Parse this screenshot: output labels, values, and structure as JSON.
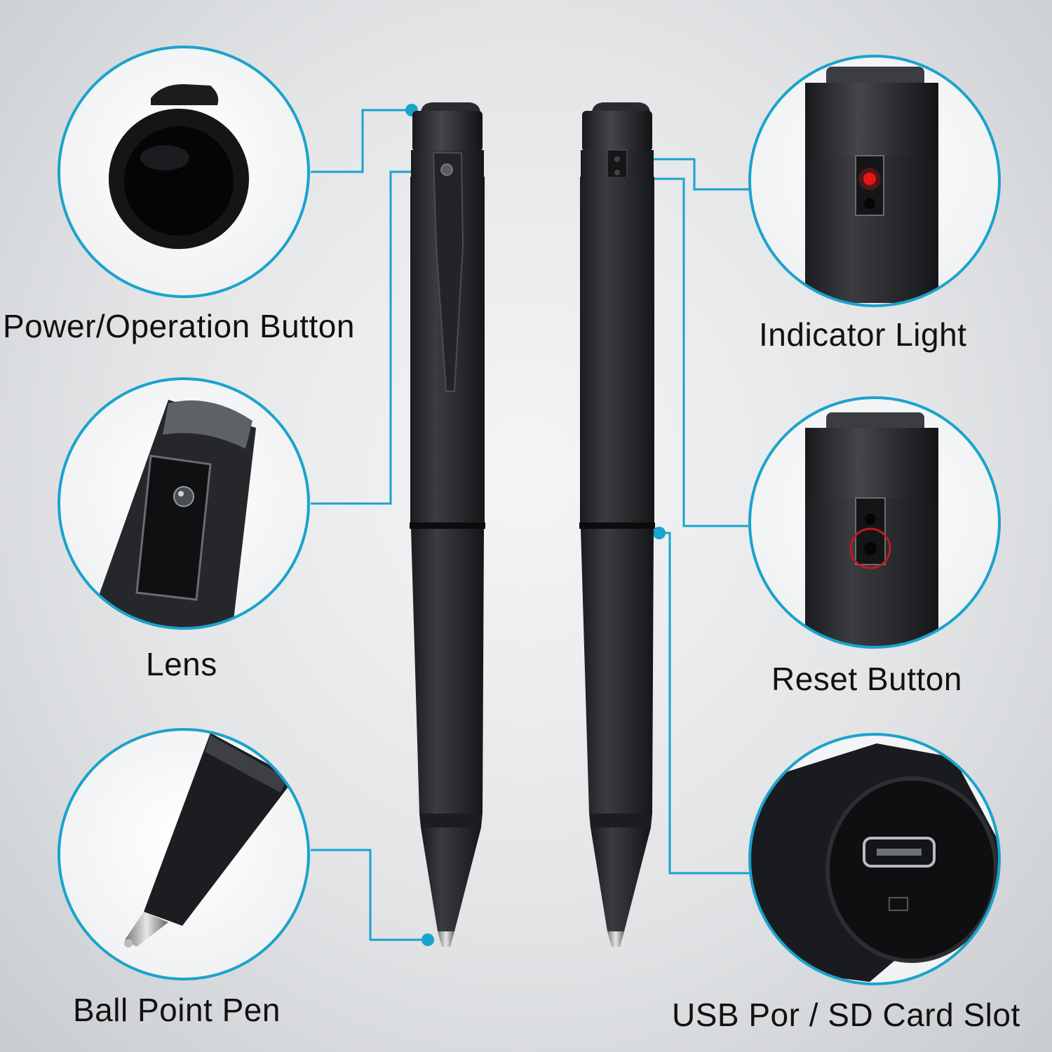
{
  "labels": {
    "power_button": "Power/Operation Button",
    "lens": "Lens",
    "ball_point": "Ball Point Pen",
    "indicator_light": "Indicator Light",
    "reset_button": "Reset Button",
    "usb_sd": "USB Por / SD Card Slot"
  },
  "colors": {
    "accent": "#1aa3cc",
    "pen_body": "#2b2d31",
    "indicator": "#e01010",
    "reset_highlight": "#c0181f"
  }
}
